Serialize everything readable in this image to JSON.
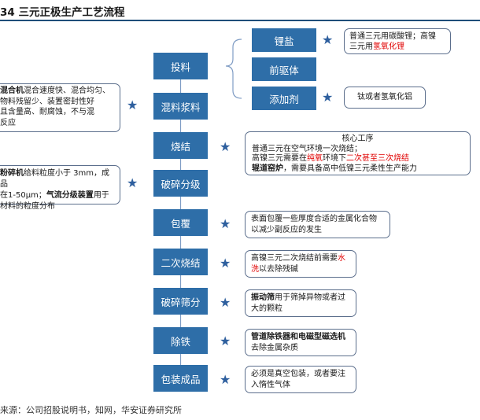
{
  "title": "34  三元正极生产工艺流程",
  "steps": [
    "投料",
    "混料浆料",
    "烧结",
    "破碎分级",
    "包覆",
    "二次烧结",
    "破碎筛分",
    "除铁",
    "包装成品"
  ],
  "materials": [
    "锂盐",
    "前驱体",
    "添加剂"
  ],
  "notes": {
    "lithium_1": "普通三元用碳酸锂；高镍",
    "lithium_2a": "三元用",
    "lithium_2b": "氢氧化锂",
    "additive": "钛或者氢氧化铝",
    "mix_1a": "混合机",
    "mix_1b": "混合速度快、混合均匀、",
    "mix_2": "物料残留少、装置密封性好",
    "mix_3": "且含量高、耐腐蚀，不与混",
    "mix_4": "反应",
    "sinter_head": "核心工序",
    "sinter_1": "普通三元在空气环境一次烧结；",
    "sinter_2a": "高镍三元需要在",
    "sinter_2b": "纯氧",
    "sinter_2c": "环境下",
    "sinter_2d": "二次甚至三次烧结",
    "sinter_3a": "辊道窑炉",
    "sinter_3b": "，需要具备高中低镍三元柔性生产能力",
    "crush_1a": "粉碎机",
    "crush_1b": "给料粒度小于 3mm，成品",
    "crush_2a": "在1-50μm；",
    "crush_2b": "气流分级装置",
    "crush_2c": "用于",
    "crush_3": "材料的粒度分布",
    "coat_1": "表面包覆一些厚度合适的金属化合物",
    "coat_2": "以减少副反应的发生",
    "resinter_1a": "高镍三元二次烧结前需要",
    "resinter_1b": "水",
    "resinter_2a": "洗",
    "resinter_2b": "以去除残碱",
    "screen_1a": "振动筛",
    "screen_1b": "用于筛掉异物或者过",
    "screen_2": "大的颗粒",
    "iron_1": "管道除铁器和电磁型磁选机",
    "iron_2": "去除金属杂质",
    "pack_1": "必须是真空包装，或者要注",
    "pack_2": "入惰性气体"
  },
  "source": "来源：公司招股说明书，知网，华安证券研究所",
  "colors": {
    "box": "#2e6ea8",
    "star": "#2e5f9e",
    "line": "#7f9cc4",
    "accent_red": "#e00000"
  }
}
